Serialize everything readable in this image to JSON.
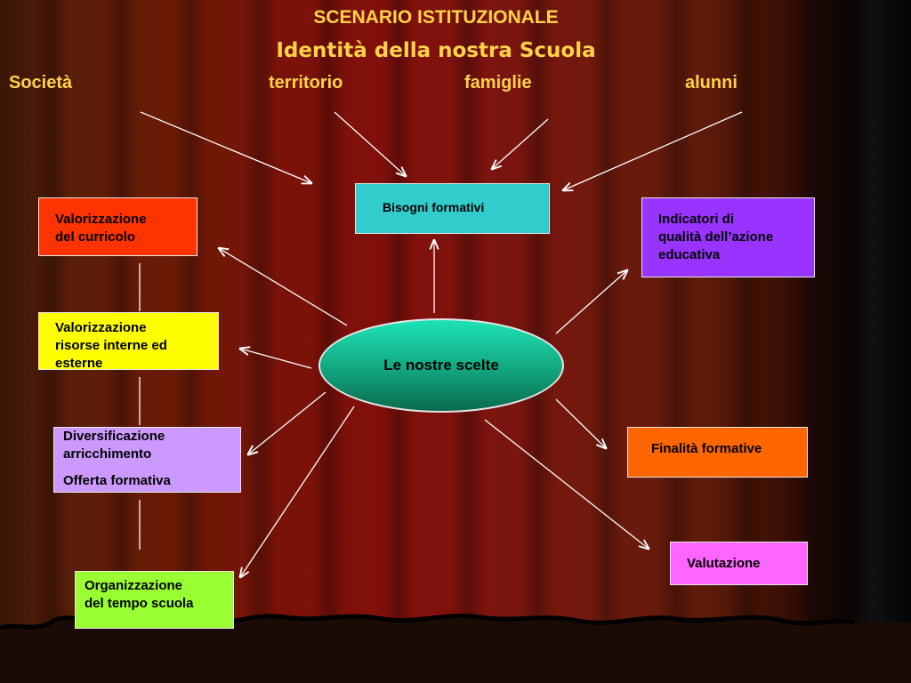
{
  "title": "SCENARIO ISTITUZIONALE",
  "subtitle": "Identità della nostra Scuola",
  "top_labels": [
    "Società",
    "territorio",
    "famiglie",
    "alunni"
  ],
  "center": {
    "label": "Le nostre scelte"
  },
  "boxes": {
    "bisogni": {
      "label": "Bisogni formativi",
      "color": "#33cccc"
    },
    "curricolo": {
      "lines": [
        "Valorizzazione",
        "del curricolo"
      ],
      "color": "#ff3300"
    },
    "risorse": {
      "lines": [
        "Valorizzazione",
        "risorse interne ed",
        "esterne"
      ],
      "color": "#ffff00"
    },
    "diversificazione": {
      "lines": [
        "Diversificazione",
        "arricchimento",
        "Offerta formativa"
      ],
      "color": "#cc99ff"
    },
    "organizzazione": {
      "lines": [
        "Organizzazione",
        "del tempo scuola"
      ],
      "color": "#99ff33"
    },
    "indicatori": {
      "lines": [
        "Indicatori di",
        "qualità dell’azione",
        "educativa"
      ],
      "color": "#9933ff"
    },
    "finalita": {
      "label": "Finalità formative",
      "color": "#ff6600"
    },
    "valutazione": {
      "label": "Valutazione",
      "color": "#ff66ff"
    }
  },
  "colors": {
    "title": "#ffd24a",
    "arrow": "#ffffff",
    "background": "#7a1208"
  }
}
